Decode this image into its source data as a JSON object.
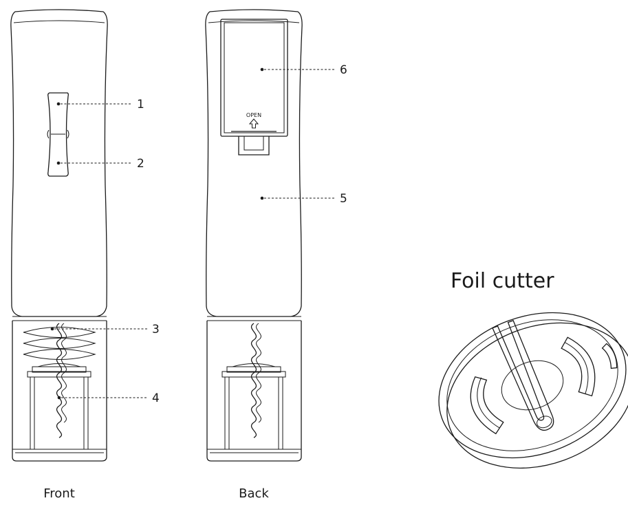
{
  "diagram": {
    "front_caption": "Front",
    "back_caption": "Back",
    "foil_cutter_title": "Foil cutter",
    "open_label": "OPEN",
    "callouts": [
      {
        "id": "1",
        "label": "1"
      },
      {
        "id": "2",
        "label": "2"
      },
      {
        "id": "3",
        "label": "3"
      },
      {
        "id": "4",
        "label": "4"
      },
      {
        "id": "5",
        "label": "5"
      },
      {
        "id": "6",
        "label": "6"
      }
    ]
  }
}
